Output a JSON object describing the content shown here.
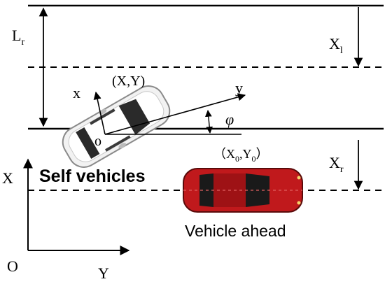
{
  "labels": {
    "lane_width_main": "L",
    "lane_width_sub": "r",
    "xl_main": "X",
    "xl_sub": "l",
    "xr_main": "X",
    "xr_sub": "r",
    "self_pos": "(X,Y)",
    "self_axis_x": "x",
    "self_axis_y": "y",
    "self_origin": "o",
    "heading_angle": "φ",
    "ahead_pos_open": "（X",
    "ahead_pos_sub0": "0",
    "ahead_pos_mid": ",Y",
    "ahead_pos_sub1": "0",
    "ahead_pos_close": "）",
    "self_vehicles": "Self vehicles",
    "vehicle_ahead": "Vehicle ahead",
    "global_axis_x": "X",
    "global_axis_y": "Y",
    "global_origin": "O"
  },
  "colors": {
    "lines": "#000000",
    "self_car_body": "#f2f2f2",
    "ahead_car_body": "#c0191c"
  }
}
